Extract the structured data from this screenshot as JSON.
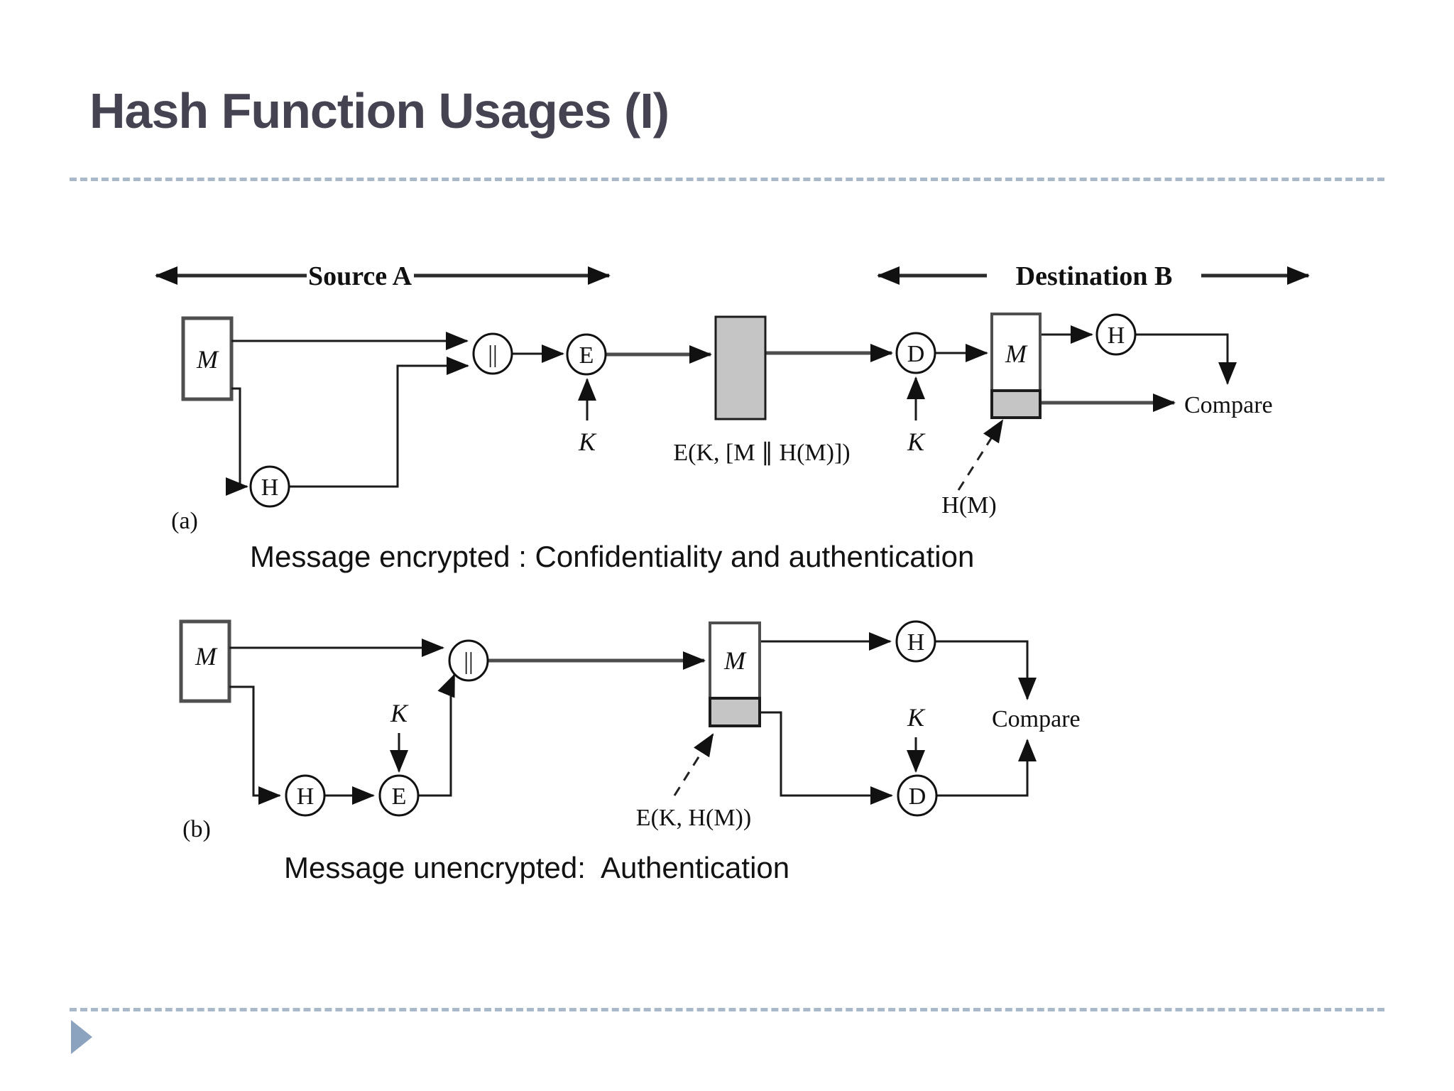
{
  "colors": {
    "title_text": "#454251",
    "dashed_rule": "#a9b9ca",
    "bullet_triangle": "#8ca3bf",
    "block_gray": "#c5c5c5",
    "diagram_ink": "#111111"
  },
  "slide": {
    "title": "Hash Function Usages (I)",
    "captions": {
      "a": "Message encrypted : Confidentiality and authentication",
      "b": "Message unencrypted:  Authentication"
    }
  },
  "diagram_a": {
    "label": "(a)",
    "source_span": "Source A",
    "destination_span": "Destination B",
    "source_message": "M",
    "concat": "||",
    "hash": "H",
    "encrypt": "E",
    "encrypt_key": "K",
    "ciphertext_block_label": "E(K, [M ∥ H(M)])",
    "decrypt": "D",
    "decrypt_key": "K",
    "received_message": "M",
    "received_hash": "H",
    "hash_annotation": "H(M)",
    "compare": "Compare"
  },
  "diagram_b": {
    "label": "(b)",
    "source_message": "M",
    "hash": "H",
    "encrypt": "E",
    "encrypt_key": "K",
    "concat": "||",
    "received_message": "M",
    "received_hash": "H",
    "mac_annotation": "E(K, H(M))",
    "decrypt": "D",
    "decrypt_key": "K",
    "compare": "Compare"
  }
}
